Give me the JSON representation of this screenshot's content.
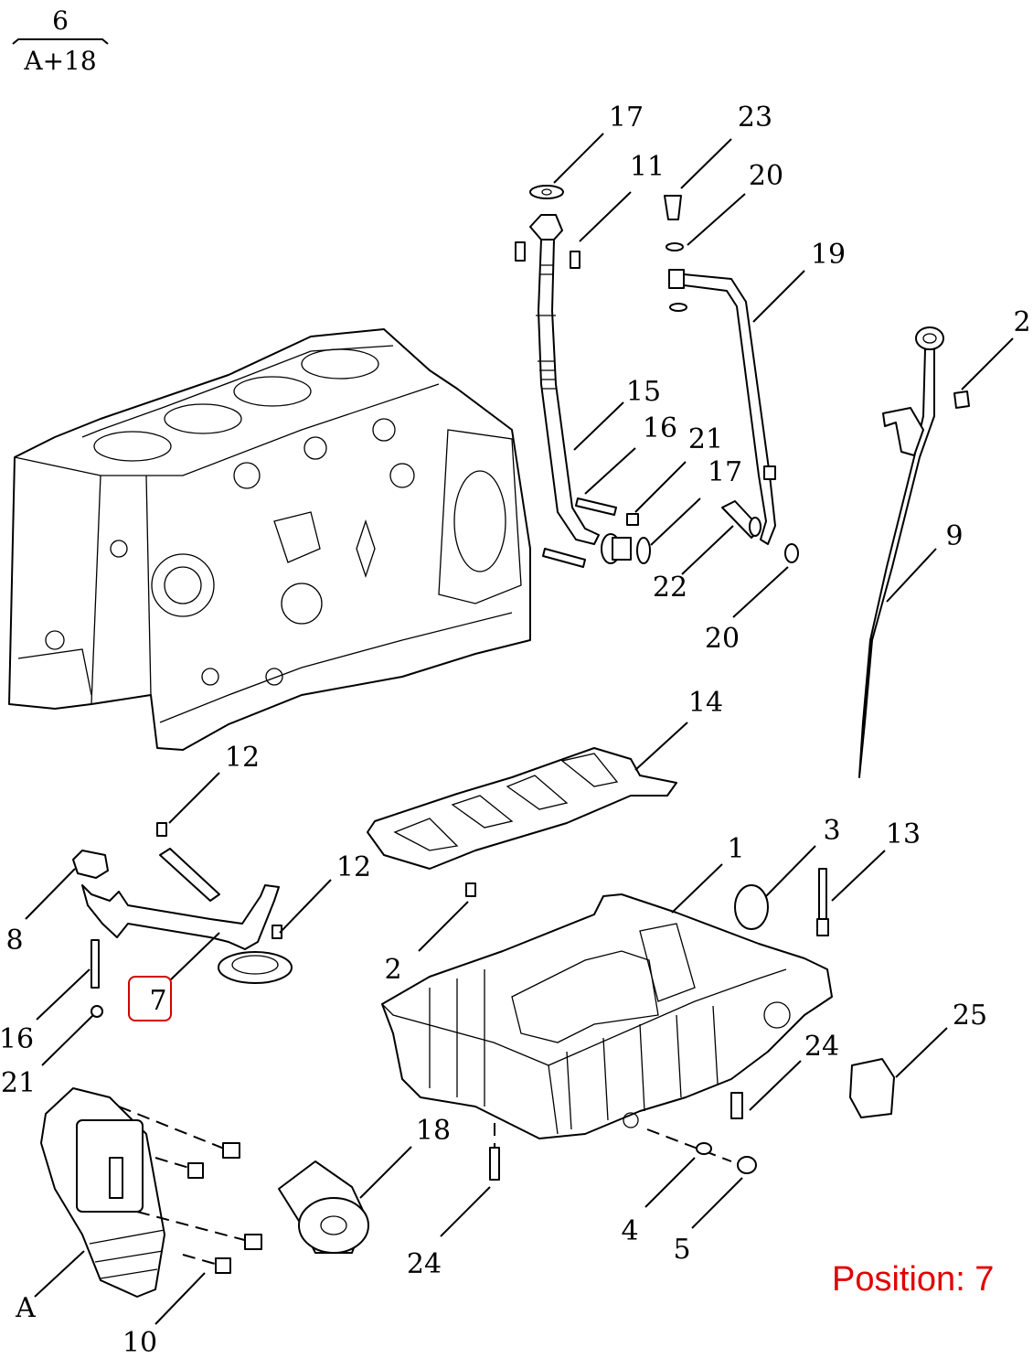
{
  "reference": {
    "numerator": "6",
    "denominator": "A+18"
  },
  "callouts": [
    {
      "id": "c17a",
      "label": "17"
    },
    {
      "id": "c23",
      "label": "23"
    },
    {
      "id": "c11",
      "label": "11"
    },
    {
      "id": "c20a",
      "label": "20"
    },
    {
      "id": "c19",
      "label": "19"
    },
    {
      "id": "c2a",
      "label": "2"
    },
    {
      "id": "c15",
      "label": "15"
    },
    {
      "id": "c16a",
      "label": "16"
    },
    {
      "id": "c21a",
      "label": "21"
    },
    {
      "id": "c17b",
      "label": "17"
    },
    {
      "id": "c9",
      "label": "9"
    },
    {
      "id": "c22",
      "label": "22"
    },
    {
      "id": "c20b",
      "label": "20"
    },
    {
      "id": "c14",
      "label": "14"
    },
    {
      "id": "c12a",
      "label": "12"
    },
    {
      "id": "c12b",
      "label": "12"
    },
    {
      "id": "c3",
      "label": "3"
    },
    {
      "id": "c13",
      "label": "13"
    },
    {
      "id": "c1",
      "label": "1"
    },
    {
      "id": "c8",
      "label": "8"
    },
    {
      "id": "c2b",
      "label": "2"
    },
    {
      "id": "c7",
      "label": "7"
    },
    {
      "id": "c16b",
      "label": "16"
    },
    {
      "id": "c21b",
      "label": "21"
    },
    {
      "id": "c25",
      "label": "25"
    },
    {
      "id": "c24a",
      "label": "24"
    },
    {
      "id": "c18",
      "label": "18"
    },
    {
      "id": "c24b",
      "label": "24"
    },
    {
      "id": "c4",
      "label": "4"
    },
    {
      "id": "c5",
      "label": "5"
    },
    {
      "id": "cA",
      "label": "A"
    },
    {
      "id": "c10",
      "label": "10"
    }
  ],
  "selected_callout": "7",
  "highlight_color": "#d40000",
  "position_text": "Position: 7",
  "position_color": "#e10000"
}
